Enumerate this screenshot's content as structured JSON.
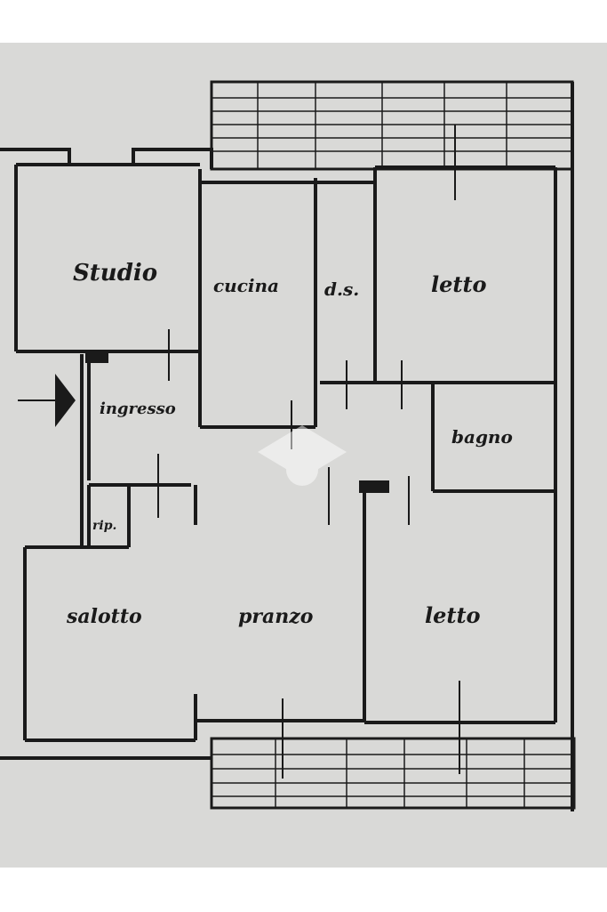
{
  "plan": {
    "rooms": {
      "studio": "Studio",
      "cucina": "cucina",
      "ds": "d.s.",
      "letto_top": "letto",
      "ingresso": "ingresso",
      "bagno": "bagno",
      "rip": "rip.",
      "salotto": "salotto",
      "pranzo": "pranzo",
      "letto_bottom": "letto"
    },
    "colors": {
      "paper": "#d9d9d7",
      "ink": "#1a1a1a"
    }
  }
}
